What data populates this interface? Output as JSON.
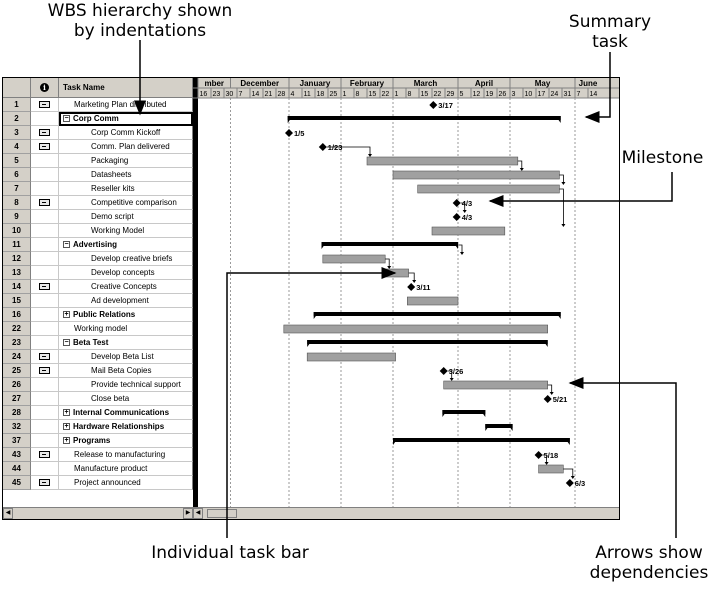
{
  "callouts": {
    "wbs_line1": "WBS hierarchy shown",
    "wbs_line2": "by indentations",
    "summary_line1": "Summary",
    "summary_line2": "task",
    "milestone": "Milestone",
    "task_bar": "Individual task bar",
    "arrows_line1": "Arrows show",
    "arrows_line2": "dependencies"
  },
  "table": {
    "id_header": "",
    "indicator_icon": "info-icon",
    "name_header": "Task Name"
  },
  "rows": [
    {
      "id": "1",
      "name": "Marketing Plan distributed",
      "level": 1,
      "summary": false,
      "note": true
    },
    {
      "id": "2",
      "name": "Corp Comm",
      "level": 0,
      "summary": true,
      "toggle": "−",
      "note": false
    },
    {
      "id": "3",
      "name": "Corp Comm Kickoff",
      "level": 2,
      "summary": false,
      "note": true
    },
    {
      "id": "4",
      "name": "Comm. Plan delivered",
      "level": 2,
      "summary": false,
      "note": true
    },
    {
      "id": "5",
      "name": "Packaging",
      "level": 2,
      "summary": false,
      "note": false
    },
    {
      "id": "6",
      "name": "Datasheets",
      "level": 2,
      "summary": false,
      "note": false
    },
    {
      "id": "7",
      "name": "Reseller kits",
      "level": 2,
      "summary": false,
      "note": false
    },
    {
      "id": "8",
      "name": "Competitive comparison",
      "level": 2,
      "summary": false,
      "note": true
    },
    {
      "id": "9",
      "name": "Demo script",
      "level": 2,
      "summary": false,
      "note": false
    },
    {
      "id": "10",
      "name": "Working Model",
      "level": 2,
      "summary": false,
      "note": false
    },
    {
      "id": "11",
      "name": "Advertising",
      "level": 0,
      "summary": true,
      "toggle": "−",
      "note": false
    },
    {
      "id": "12",
      "name": "Develop creative briefs",
      "level": 2,
      "summary": false,
      "note": false
    },
    {
      "id": "13",
      "name": "Develop concepts",
      "level": 2,
      "summary": false,
      "note": false
    },
    {
      "id": "14",
      "name": "Creative Concepts",
      "level": 2,
      "summary": false,
      "note": true
    },
    {
      "id": "15",
      "name": "Ad development",
      "level": 2,
      "summary": false,
      "note": false
    },
    {
      "id": "16",
      "name": "Public Relations",
      "level": 0,
      "summary": true,
      "toggle": "+",
      "note": false
    },
    {
      "id": "22",
      "name": "Working model",
      "level": 1,
      "summary": false,
      "note": false
    },
    {
      "id": "23",
      "name": "Beta Test",
      "level": 0,
      "summary": true,
      "toggle": "−",
      "note": false
    },
    {
      "id": "24",
      "name": "Develop Beta List",
      "level": 2,
      "summary": false,
      "note": true
    },
    {
      "id": "25",
      "name": "Mail Beta Copies",
      "level": 2,
      "summary": false,
      "note": true
    },
    {
      "id": "26",
      "name": "Provide technical support",
      "level": 2,
      "summary": false,
      "note": false
    },
    {
      "id": "27",
      "name": "Close beta",
      "level": 2,
      "summary": false,
      "note": false
    },
    {
      "id": "28",
      "name": "Internal Communications",
      "level": 0,
      "summary": true,
      "toggle": "+",
      "note": false
    },
    {
      "id": "32",
      "name": "Hardware Relationships",
      "level": 0,
      "summary": true,
      "toggle": "+",
      "note": false
    },
    {
      "id": "37",
      "name": "Programs",
      "level": 0,
      "summary": true,
      "toggle": "+",
      "note": false
    },
    {
      "id": "43",
      "name": "Release to manufacturing",
      "level": 1,
      "summary": false,
      "note": true
    },
    {
      "id": "44",
      "name": "Manufacture product",
      "level": 1,
      "summary": false,
      "note": false
    },
    {
      "id": "45",
      "name": "Project announced",
      "level": 1,
      "summary": false,
      "note": true
    }
  ],
  "timescale": {
    "months": [
      "mber",
      "December",
      "January",
      "February",
      "March",
      "April",
      "May",
      "June"
    ],
    "weeks": [
      "16",
      "23",
      "30",
      "7",
      "14",
      "21",
      "28",
      "4",
      "11",
      "18",
      "25",
      "1",
      "8",
      "15",
      "22",
      "1",
      "8",
      "15",
      "22",
      "29",
      "5",
      "12",
      "19",
      "26",
      "3",
      "10",
      "17",
      "24",
      "31",
      "7",
      "14"
    ]
  },
  "bars": [
    {
      "row": 0,
      "type": "milestone",
      "week": 18.1,
      "label": "3/17"
    },
    {
      "row": 1,
      "type": "summary",
      "start": 6.9,
      "end": 27.9
    },
    {
      "row": 2,
      "type": "milestone",
      "week": 7.0,
      "label": "1/5"
    },
    {
      "row": 3,
      "type": "milestone",
      "week": 9.6,
      "label": "1/23"
    },
    {
      "row": 4,
      "type": "task",
      "start": 13.0,
      "end": 24.6
    },
    {
      "row": 5,
      "type": "task",
      "start": 15.0,
      "end": 27.8
    },
    {
      "row": 6,
      "type": "task",
      "start": 16.9,
      "end": 27.8
    },
    {
      "row": 7,
      "type": "milestone",
      "week": 19.9,
      "label": "4/3"
    },
    {
      "row": 8,
      "type": "milestone",
      "week": 19.9,
      "label": "4/3"
    },
    {
      "row": 9,
      "type": "task",
      "start": 18.0,
      "end": 23.6
    },
    {
      "row": 10,
      "type": "summary",
      "start": 9.5,
      "end": 20.0
    },
    {
      "row": 11,
      "type": "task",
      "start": 9.6,
      "end": 14.4
    },
    {
      "row": 12,
      "type": "task",
      "start": 14.4,
      "end": 16.2
    },
    {
      "row": 13,
      "type": "milestone",
      "week": 16.4,
      "label": "3/11"
    },
    {
      "row": 14,
      "type": "task",
      "start": 16.1,
      "end": 20.0
    },
    {
      "row": 15,
      "type": "summary",
      "start": 8.9,
      "end": 27.9
    },
    {
      "row": 16,
      "type": "task",
      "start": 6.6,
      "end": 26.9
    },
    {
      "row": 17,
      "type": "summary",
      "start": 8.4,
      "end": 26.9
    },
    {
      "row": 18,
      "type": "task",
      "start": 8.4,
      "end": 15.2
    },
    {
      "row": 19,
      "type": "milestone",
      "week": 18.9,
      "label": "3/26"
    },
    {
      "row": 20,
      "type": "task",
      "start": 18.9,
      "end": 26.9
    },
    {
      "row": 21,
      "type": "milestone",
      "week": 26.9,
      "label": "5/21"
    },
    {
      "row": 22,
      "type": "summary",
      "start": 18.8,
      "end": 22.1
    },
    {
      "row": 23,
      "type": "summary",
      "start": 22.1,
      "end": 24.2
    },
    {
      "row": 24,
      "type": "summary",
      "start": 15.0,
      "end": 28.6
    },
    {
      "row": 25,
      "type": "milestone",
      "week": 26.2,
      "label": "5/18"
    },
    {
      "row": 26,
      "type": "task",
      "start": 26.2,
      "end": 28.1
    },
    {
      "row": 27,
      "type": "milestone",
      "week": 28.6,
      "label": "6/3"
    }
  ],
  "links": [
    {
      "from": 3,
      "to": 4
    },
    {
      "from": 4,
      "to": 5
    },
    {
      "from": 5,
      "to": 6
    },
    {
      "from": 7,
      "to": 8
    },
    {
      "from": 6,
      "to": 9
    },
    {
      "from": 10,
      "to": 11
    },
    {
      "from": 11,
      "to": 12
    },
    {
      "from": 12,
      "to": 13
    },
    {
      "from": 19,
      "to": 20
    },
    {
      "from": 20,
      "to": 21
    },
    {
      "from": 25,
      "to": 26
    },
    {
      "from": 26,
      "to": 27
    }
  ],
  "colors": {
    "chrome": "#d4d0c8",
    "task_bar": "#a0a0a0",
    "summary_bar": "#000000",
    "grid": "#c8c8c8"
  }
}
